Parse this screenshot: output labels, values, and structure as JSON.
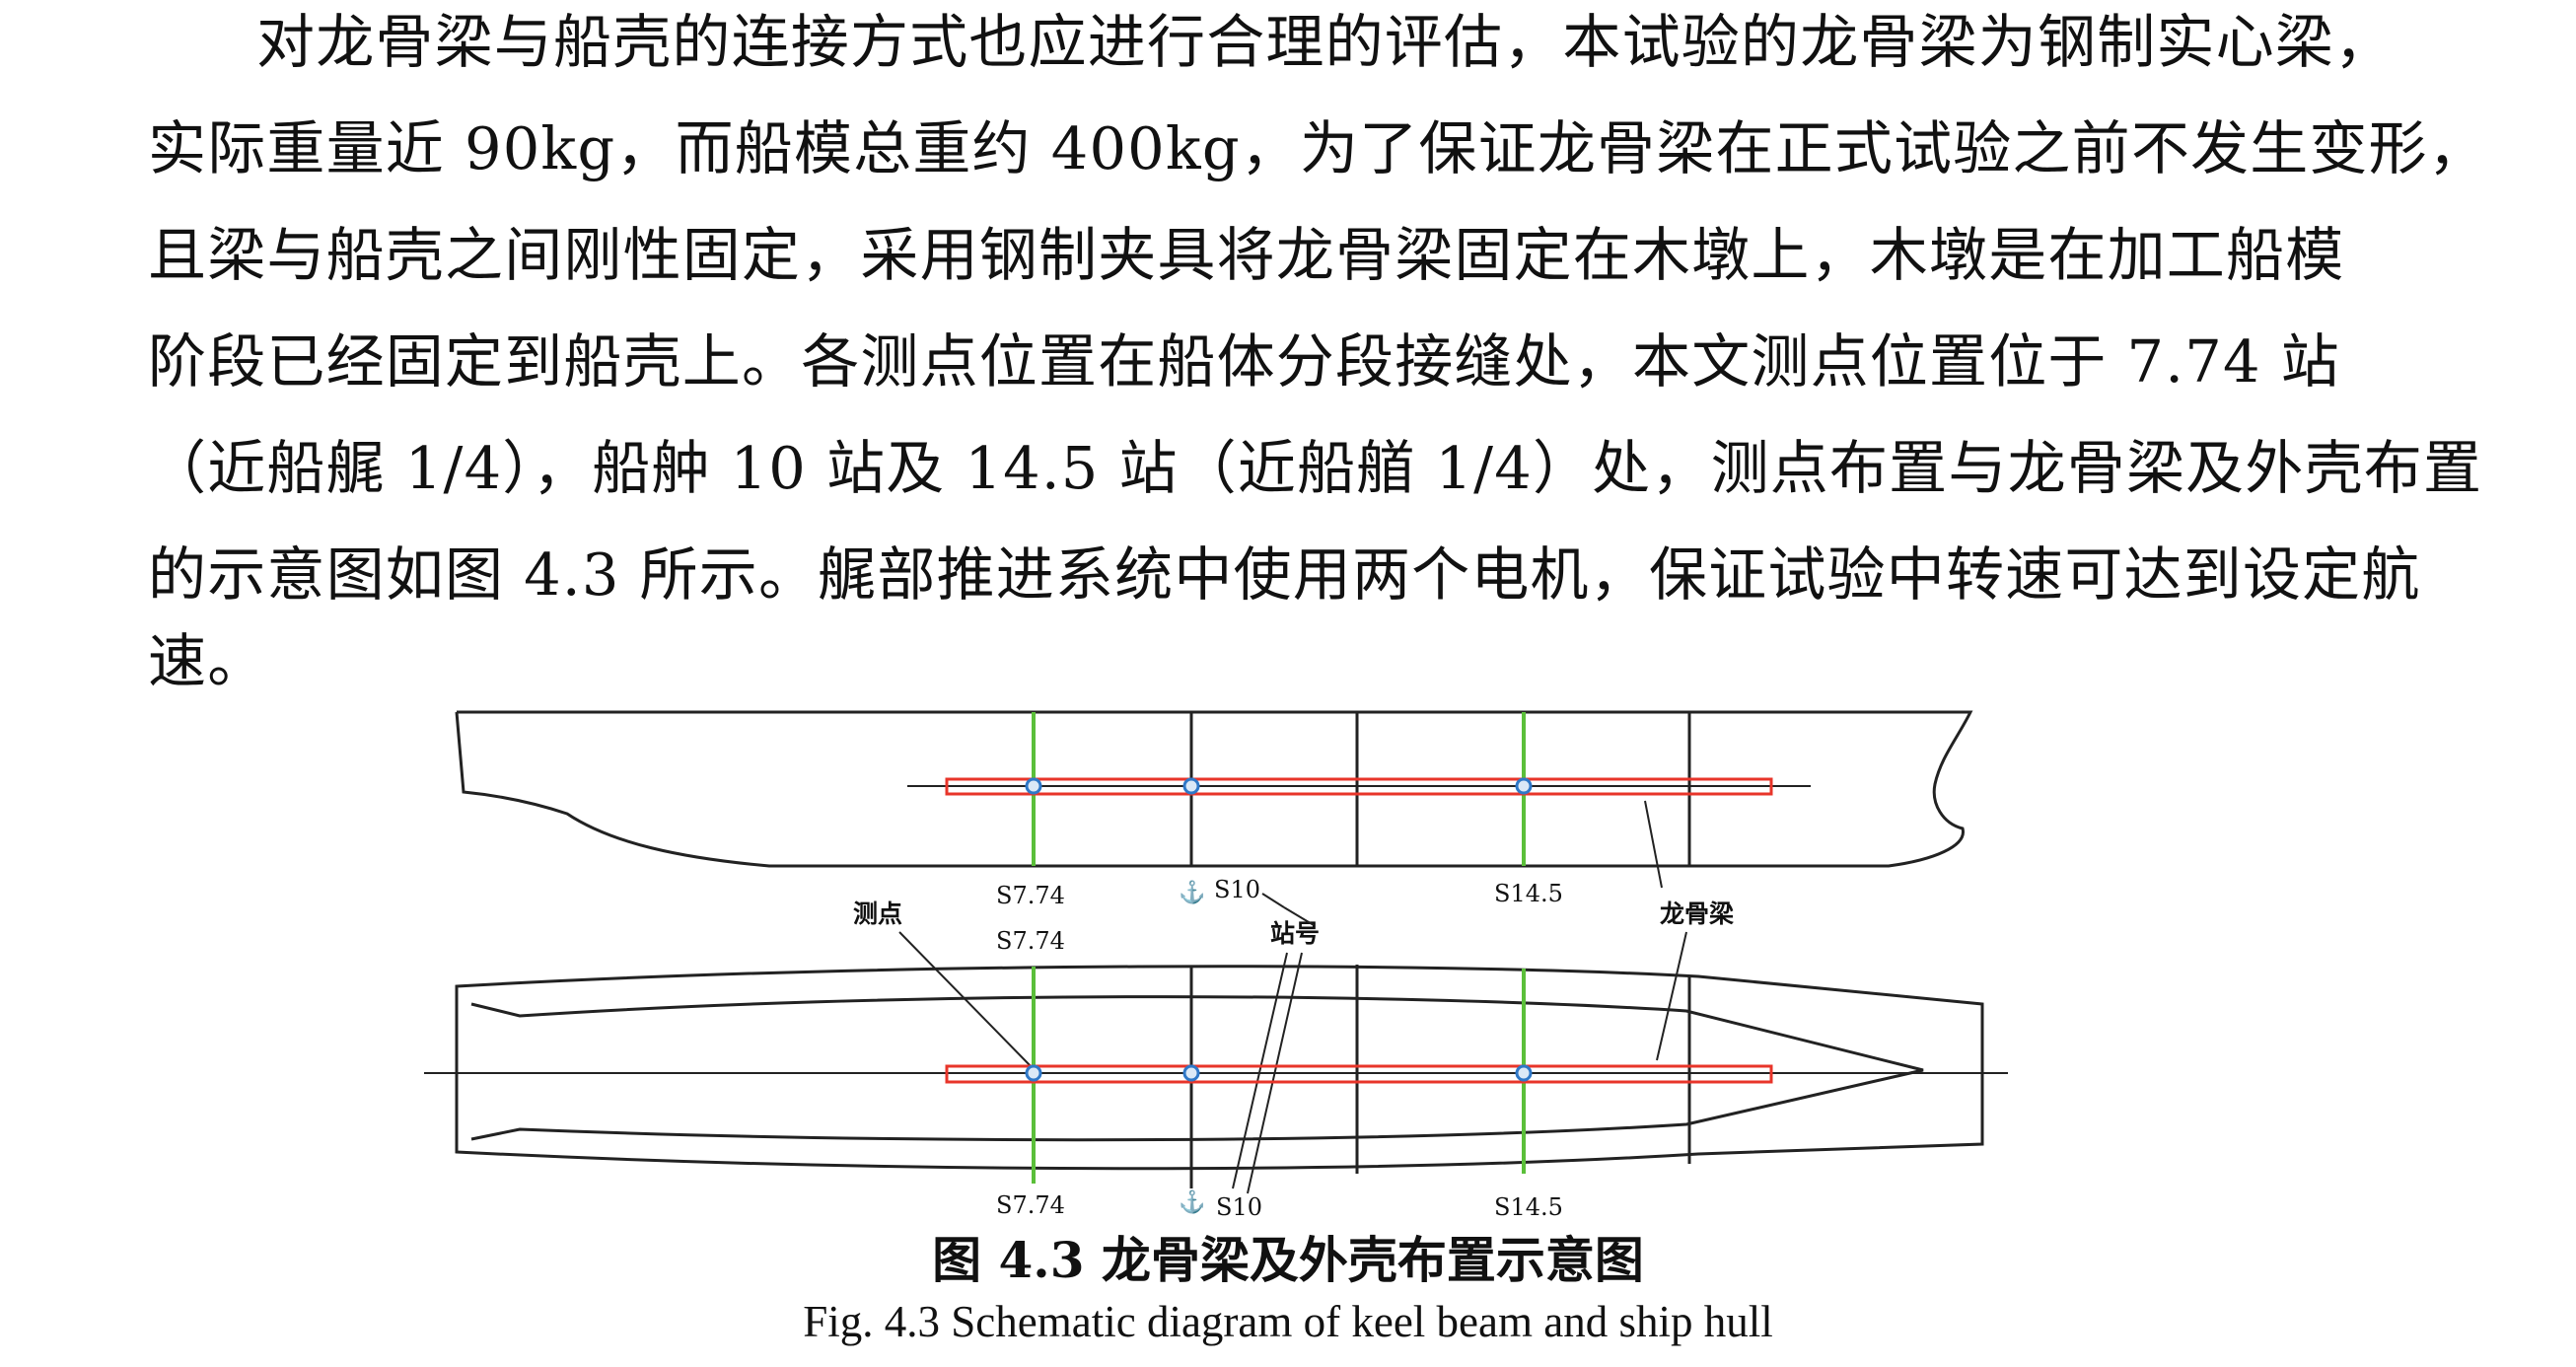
{
  "paragraph": {
    "lines": [
      "对龙骨梁与船壳的连接方式也应进行合理的评估，本试验的龙骨梁为钢制实心梁，",
      "实际重量近 90kg，而船模总重约 400kg，为了保证龙骨梁在正式试验之前不发生变形，",
      "且梁与船壳之间刚性固定，采用钢制夹具将龙骨梁固定在木墩上，木墩是在加工船模",
      "阶段已经固定到船壳上。各测点位置在船体分段接缝处，本文测点位置位于 7.74 站",
      "（近船艉 1/4），船舯 10 站及 14.5 站（近船艏 1/4）处，测点布置与龙骨梁及外壳布置",
      "的示意图如图 4.3 所示。艉部推进系统中使用两个电机，保证试验中转速可达到设定航",
      "速。"
    ]
  },
  "figure": {
    "labels": {
      "measure_point": "测点",
      "station_number": "站号",
      "keel_beam": "龙骨梁",
      "top_s774": "S7.74",
      "top_s10": "S10",
      "top_s145": "S14.5",
      "mid_s774": "S7.74",
      "bottom_s774": "S7.74",
      "bottom_s10": "S10",
      "bottom_s145": "S14.5",
      "midship_mark": "⚓"
    },
    "colors": {
      "keel_beam": "#e8352a",
      "station_green": "#5bbf3a",
      "point_blue": "#2f78c8",
      "outline": "#222222"
    },
    "caption_cn": "图 4.3 龙骨梁及外壳布置示意图",
    "caption_en": "Fig. 4.3 Schematic diagram of keel beam and ship hull"
  }
}
